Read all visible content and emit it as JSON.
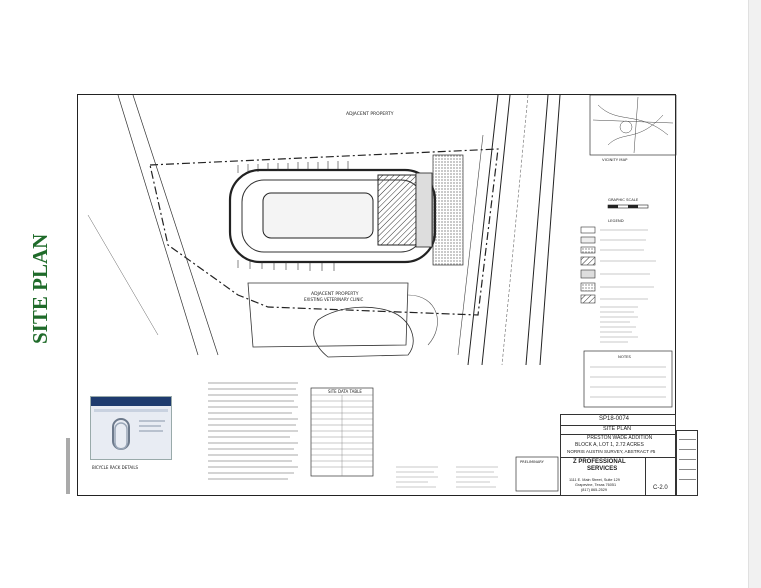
{
  "side_title": "SITE PLAN",
  "plan": {
    "adjacent_property_north": "ADJACENT PROPERTY",
    "adjacent_property_south": "ADJACENT PROPERTY",
    "adjacent_property_south_sub": "EXISTING VETERINARY CLINIC",
    "site_data_table_title": "SITE DATA TABLE",
    "bicycle_rack_caption": "BICYCLE RACK DETAILS",
    "vicinity_map_label": "VICINITY MAP",
    "graphic_scale_label": "GRAPHIC SCALE",
    "legend_label": "LEGEND",
    "notes_label": "NOTES"
  },
  "title_block": {
    "case_number": "SP18-0074",
    "sheet_title": "SITE PLAN",
    "addition": "PRESTON WADE ADDITION",
    "block_lot": "BLOCK A, LOT 1, 2.72 ACRES",
    "survey": "NORRIS AUSTIN SURVEY, ABSTRACT #5",
    "firm_name_1": "Z PROFESSIONAL",
    "firm_name_2": "SERVICES",
    "firm_address_1": "1111 E. Main Street, Suite 129",
    "firm_address_2": "Grapevine, Texas 76051",
    "firm_phone": "(817) 865-2529",
    "preliminary": "PRELIMINARY",
    "sheet_number": "C-2.0"
  },
  "colors": {
    "side_title": "#1f6b2a",
    "line": "#222222",
    "background": "#ffffff"
  }
}
